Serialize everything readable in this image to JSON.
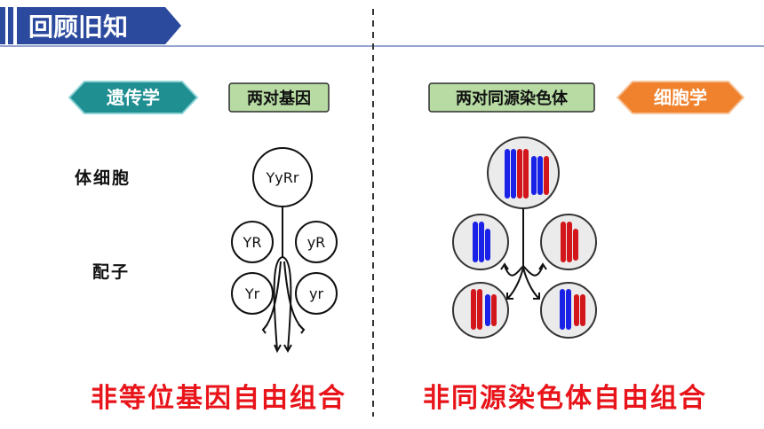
{
  "header": {
    "title": "回顾旧知"
  },
  "left": {
    "tag": "遗传学",
    "box": "两对基因",
    "row_labels": {
      "body_cell": "体细胞",
      "gamete": "配子"
    },
    "parent_genotype": "YyRr",
    "gametes": [
      "YR",
      "yR",
      "Yr",
      "yr"
    ],
    "conclusion": "非等位基因自由组合"
  },
  "right": {
    "box": "两对同源染色体",
    "tag": "细胞学",
    "conclusion": "非同源染色体自由组合"
  },
  "colors": {
    "title_bar": "#2b4a9e",
    "teal_tag": "#1f8f92",
    "orange_tag": "#f0822e",
    "green_box": "#b7dba3",
    "red_text": "#e8141a",
    "chrom_blue": "#1a22e8",
    "chrom_red": "#d2161b"
  }
}
